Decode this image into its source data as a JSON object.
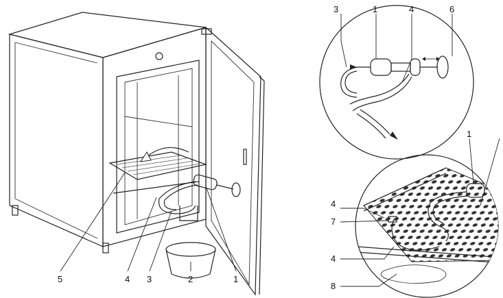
{
  "left_figure": {
    "callouts": [
      "5",
      "4",
      "3",
      "2",
      "1"
    ]
  },
  "right_figure": {
    "top_callouts": [
      "3",
      "1",
      "4",
      "6"
    ],
    "bottom_callouts": [
      "1",
      "4",
      "7",
      "4",
      "8"
    ]
  }
}
